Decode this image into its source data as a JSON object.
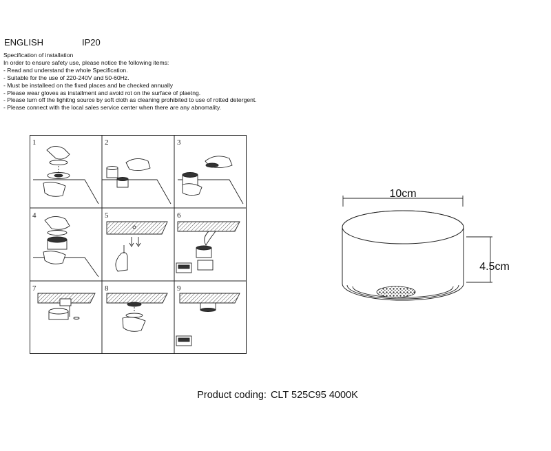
{
  "header": {
    "language": "ENGLISH",
    "ip_rating": "IP20"
  },
  "spec": {
    "title": "Specification of installation",
    "intro": "In order to ensure safety use, please notice the following items:",
    "items": [
      "- Read and understand the whole Specification.",
      "- Suitable for the use of 220-240V and 50-60Hz.",
      "- Must be installeed on the fixed places and be checked annually",
      "- Please wear gloves as installment and avoid rot on the surface of plaetng.",
      "- Please turn off the lighitng source by soft cloth as cleaning prohibited to use of rotted detergent.",
      "- Please connect with the local sales service center when there are any abnomality."
    ]
  },
  "steps": [
    "1",
    "2",
    "3",
    "4",
    "5",
    "6",
    "7",
    "8",
    "9"
  ],
  "dimensions": {
    "width": "10cm",
    "height": "4.5cm"
  },
  "product": {
    "label": "Product coding:",
    "code": "CLT 525C95 4000K"
  }
}
